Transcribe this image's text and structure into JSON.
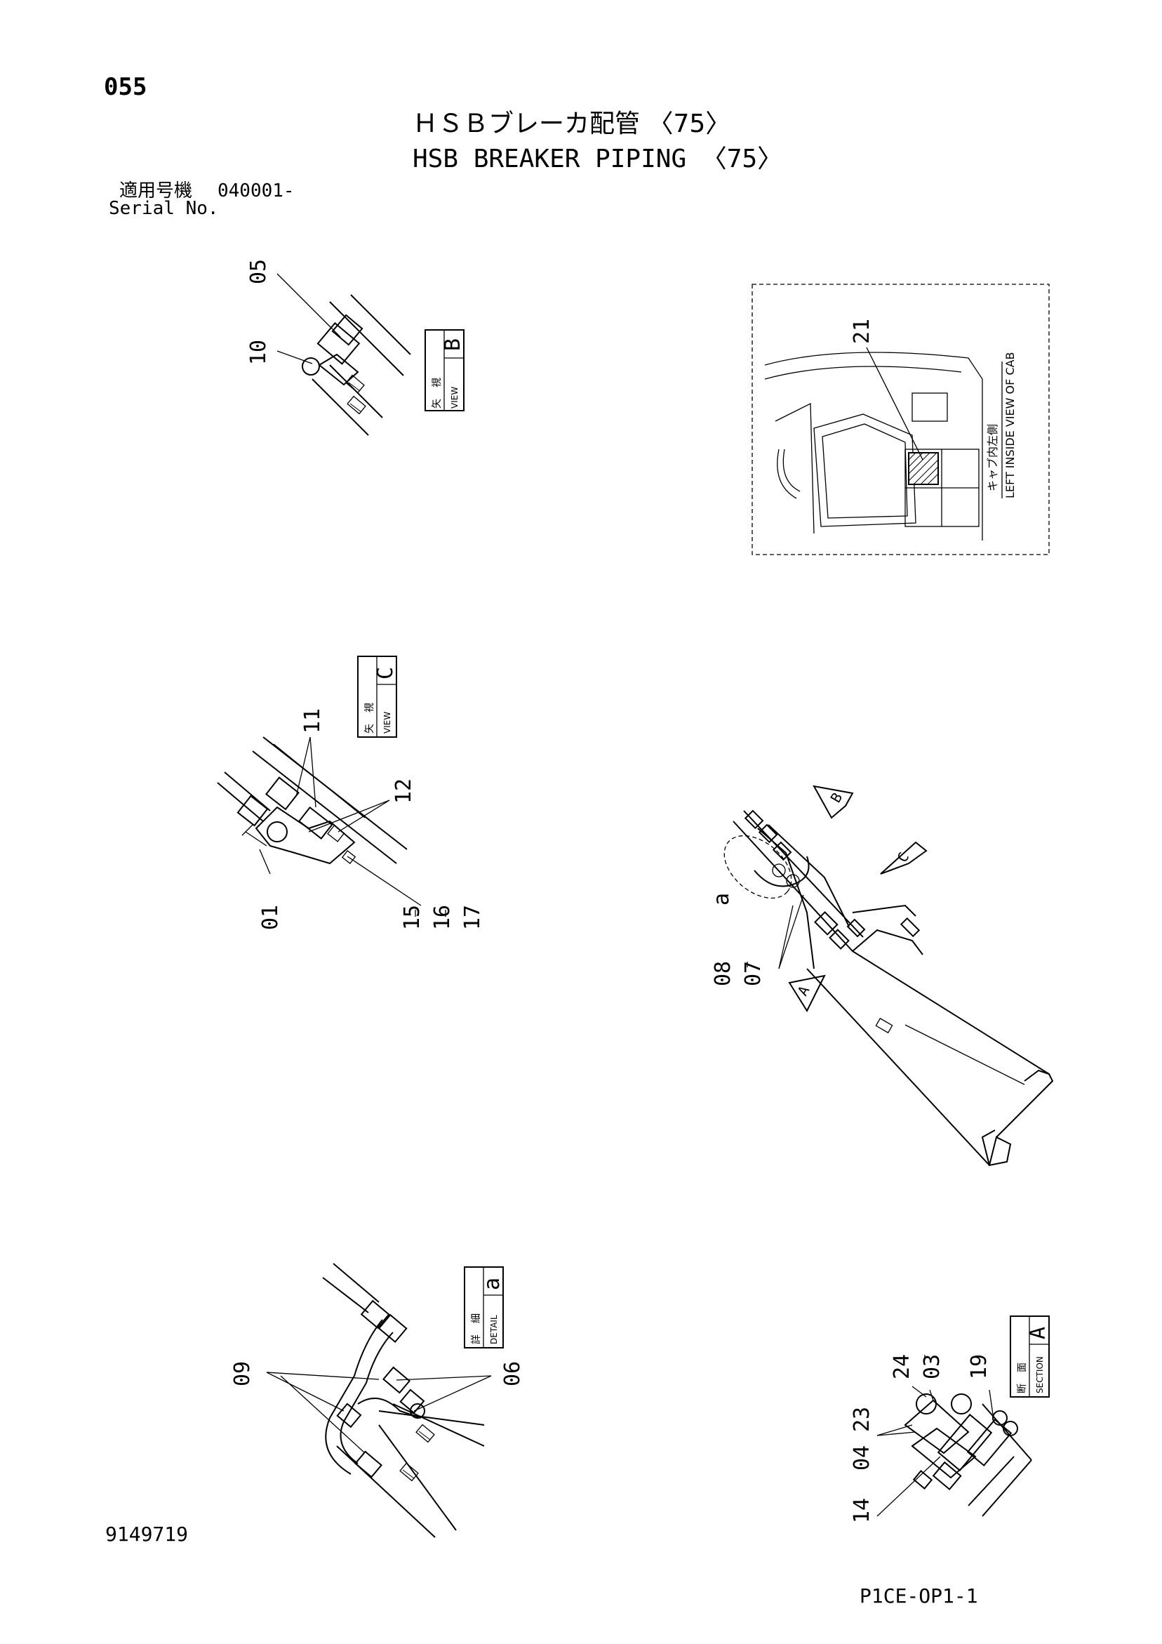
{
  "page": {
    "page_number": "055",
    "title_jp": "ＨＳＢブレーカ配管 〈75〉",
    "title_en": "HSB BREAKER PIPING 〈75〉",
    "serial_label_jp": "適用号機",
    "serial_value": "040001-",
    "serial_label_en": "Serial No.",
    "part_code": "9149719",
    "sheet_code": "P1CE-OP1-1"
  },
  "view_b": {
    "tag_jp_1": "矢",
    "tag_jp_2": "視",
    "tag_en": "VIEW",
    "tag_letter": "B",
    "callouts": [
      "05",
      "10"
    ]
  },
  "cab_view": {
    "label_jp": "キャブ内左側",
    "label_en": "LEFT INSIDE VIEW OF CAB",
    "callouts": [
      "21"
    ]
  },
  "view_c": {
    "tag_jp_1": "矢",
    "tag_jp_2": "視",
    "tag_en": "VIEW",
    "tag_letter": "C",
    "callouts": [
      "11",
      "12",
      "01",
      "15",
      "16",
      "17"
    ]
  },
  "main_view": {
    "arrow_labels": [
      "B",
      "C",
      "A"
    ],
    "detail_ref": "a",
    "callouts": [
      "08",
      "07"
    ]
  },
  "detail_a": {
    "tag_jp_1": "詳",
    "tag_jp_2": "細",
    "tag_en": "DETAIL",
    "tag_letter": "a",
    "callouts": [
      "09",
      "06"
    ]
  },
  "section_a": {
    "tag_jp_1": "断",
    "tag_jp_2": "面",
    "tag_en": "SECTION",
    "tag_letter": "A",
    "callouts": [
      "24",
      "03",
      "19",
      "23",
      "04",
      "14"
    ]
  }
}
